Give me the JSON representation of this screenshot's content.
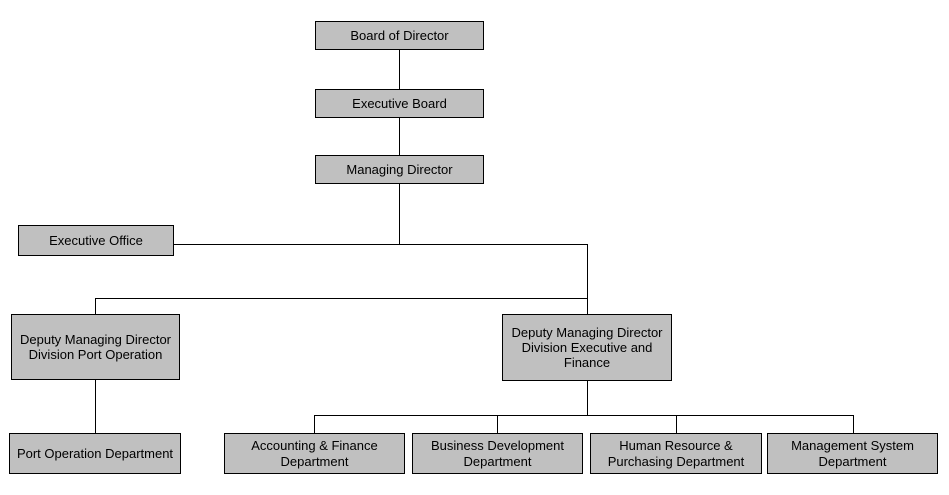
{
  "diagram": {
    "type": "org-chart",
    "colors": {
      "node_fill": "#c0c0c0",
      "node_border": "#000000",
      "connector": "#000000",
      "background": "#ffffff",
      "text": "#000000"
    },
    "nodes": {
      "board": {
        "label": "Board of Director"
      },
      "executive_board": {
        "label": "Executive Board"
      },
      "managing_director": {
        "label": "Managing Director"
      },
      "executive_office": {
        "label": "Executive Office"
      },
      "deputy_port": {
        "label": "Deputy Managing Director\nDivision Port Operation"
      },
      "deputy_exec_finance": {
        "label": "Deputy Managing Director\nDivision Executive and\nFinance"
      },
      "port_operation": {
        "label": "Port Operation Department"
      },
      "accounting_finance": {
        "label": "Accounting & Finance\nDepartment"
      },
      "business_development": {
        "label": "Business Development\nDepartment"
      },
      "human_resource": {
        "label": "Human Resource &\nPurchasing Department"
      },
      "management_system": {
        "label": "Management System\nDepartment"
      }
    },
    "edges": [
      [
        "board",
        "executive_board"
      ],
      [
        "executive_board",
        "managing_director"
      ],
      [
        "managing_director",
        "executive_office"
      ],
      [
        "managing_director",
        "deputy_port"
      ],
      [
        "managing_director",
        "deputy_exec_finance"
      ],
      [
        "deputy_port",
        "port_operation"
      ],
      [
        "deputy_exec_finance",
        "accounting_finance"
      ],
      [
        "deputy_exec_finance",
        "business_development"
      ],
      [
        "deputy_exec_finance",
        "human_resource"
      ],
      [
        "deputy_exec_finance",
        "management_system"
      ]
    ]
  }
}
